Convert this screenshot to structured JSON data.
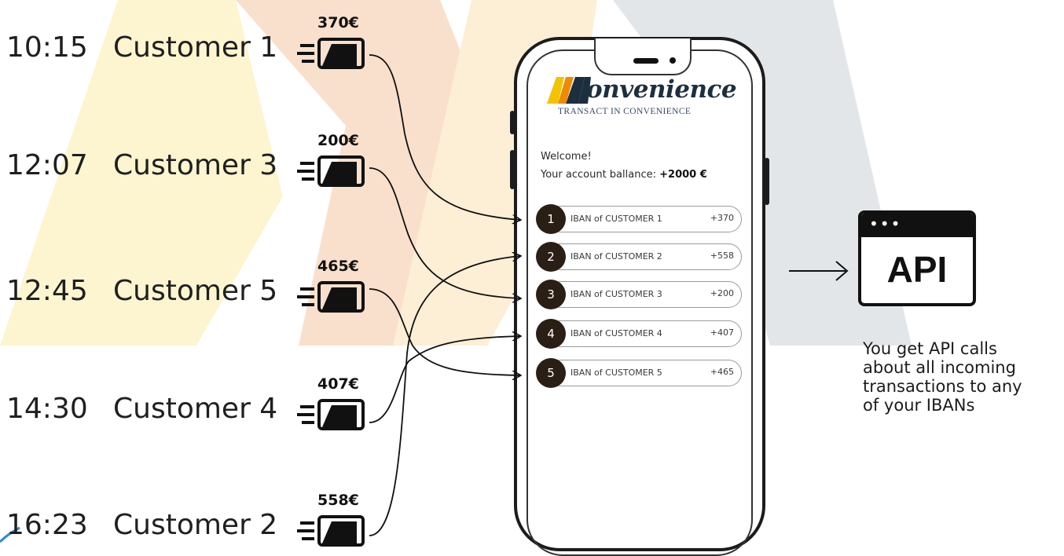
{
  "payments": [
    {
      "time": "10:15",
      "customer": "Customer 1",
      "amount": "370€"
    },
    {
      "time": "12:07",
      "customer": "Customer 3",
      "amount": "200€"
    },
    {
      "time": "12:45",
      "customer": "Customer 5",
      "amount": "465€"
    },
    {
      "time": "14:30",
      "customer": "Customer 4",
      "amount": "407€"
    },
    {
      "time": "16:23",
      "customer": "Customer 2",
      "amount": "558€"
    }
  ],
  "phone": {
    "logo_word": "onvenience",
    "tagline": "TRANSACT IN CONVENIENCE",
    "welcome": "Welcome!",
    "balance_label": "Your account ballance:",
    "balance_value": "+2000 €",
    "transactions": [
      {
        "num": "1",
        "iban": "IBAN of CUSTOMER 1",
        "amount": "+370"
      },
      {
        "num": "2",
        "iban": "IBAN of CUSTOMER 2",
        "amount": "+558"
      },
      {
        "num": "3",
        "iban": "IBAN of CUSTOMER 3",
        "amount": "+200"
      },
      {
        "num": "4",
        "iban": "IBAN of CUSTOMER 4",
        "amount": "+407"
      },
      {
        "num": "5",
        "iban": "IBAN of CUSTOMER 5",
        "amount": "+465"
      }
    ]
  },
  "api": {
    "label": "API",
    "description": [
      "You get API calls",
      "about all incoming",
      "transactions to any",
      "of your IBANs"
    ]
  },
  "colors": {
    "chevron_yellow": "#fbf3c4",
    "chevron_peach": "#f8dcc8",
    "chevron_gray": "#e2e5e8",
    "logo_yellow": "#f2c300",
    "logo_orange": "#f08a00",
    "number_badge": "#2a1f14"
  }
}
